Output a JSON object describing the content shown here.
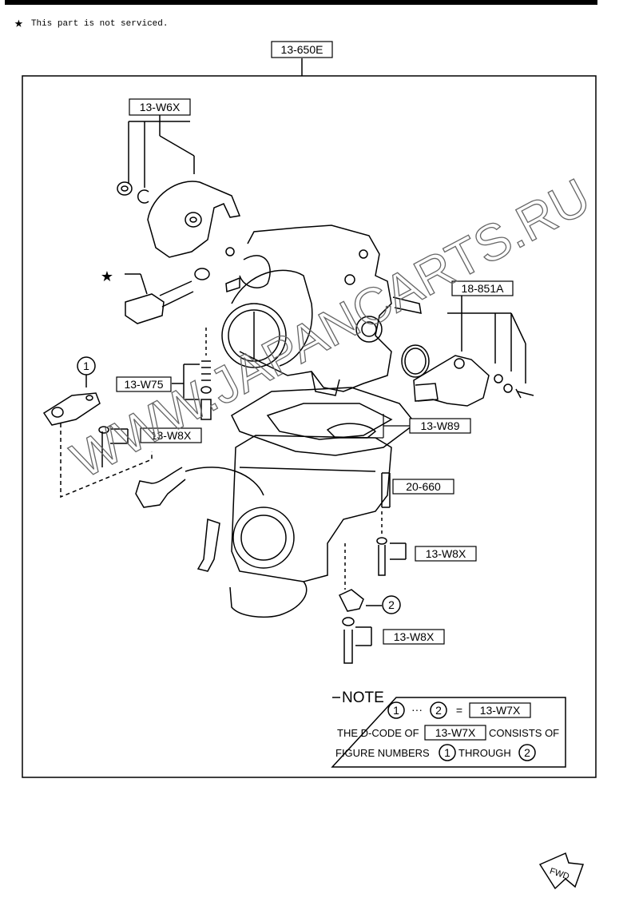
{
  "header": {
    "star_symbol": "★",
    "legend_text": "This part is not serviced."
  },
  "labels": {
    "assembly": "13-650E",
    "w6x": "13-W6X",
    "r851a": "18-851A",
    "w75": "13-W75",
    "w8x_a": "13-W8X",
    "w89": "13-W89",
    "r660": "20-660",
    "w8x_b": "13-W8X",
    "w8x_c": "13-W8X"
  },
  "figure_numbers": {
    "one": "1",
    "two": "2"
  },
  "note": {
    "title": "NOTE",
    "dots": "···",
    "equals": "=",
    "code": "13-W7X",
    "line2_prefix": "THE D-CODE OF",
    "line2_code": "13-W7X",
    "line2_suffix": "CONSISTS OF",
    "line3_prefix": "FIGURE NUMBERS",
    "line3_mid": "THROUGH"
  },
  "watermark": "WWW.JAPANCARTS.RU",
  "fwd_label": "FWD",
  "colors": {
    "ink": "#000000",
    "watermark": "#666666"
  }
}
